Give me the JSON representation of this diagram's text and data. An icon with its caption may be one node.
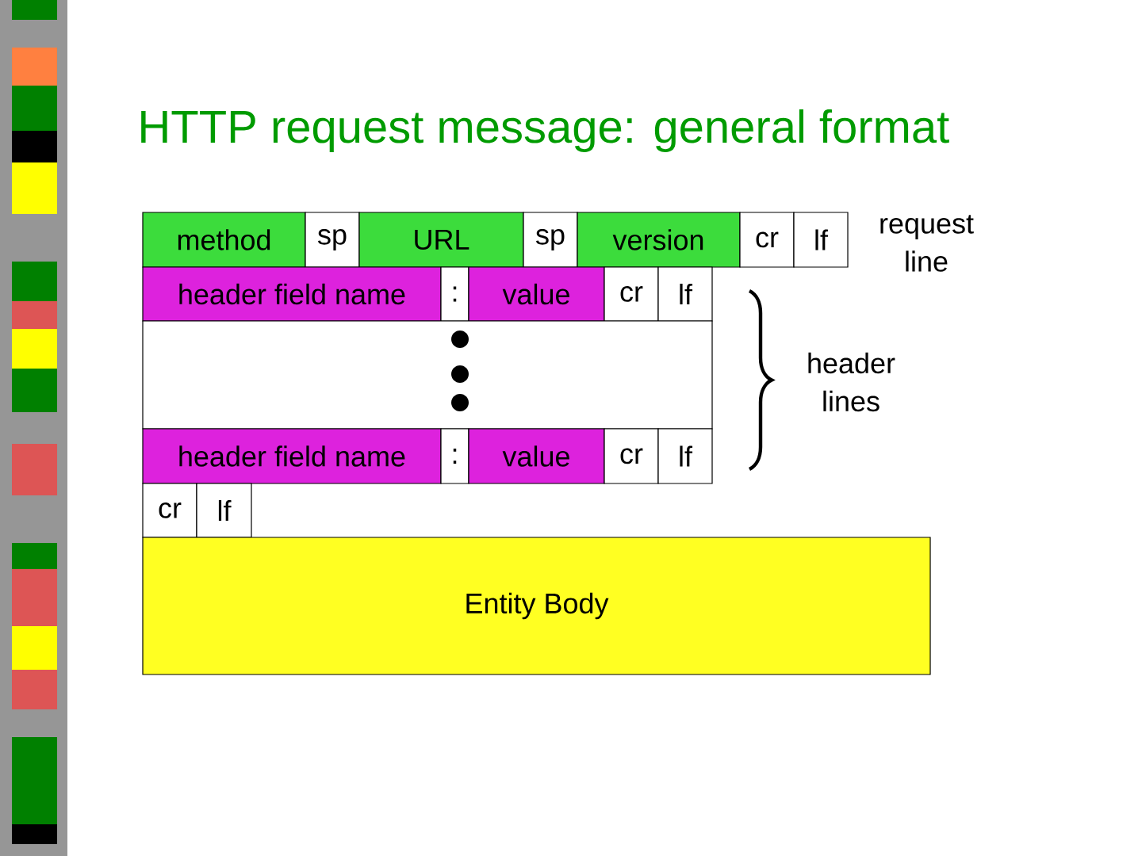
{
  "diagram": {
    "title": "HTTP request message: general format",
    "nodes": [
      {
        "text": [
          "method"
        ]
      },
      {
        "text": [
          "sp"
        ]
      },
      {
        "text": [
          "URL"
        ]
      },
      {
        "text": [
          "sp"
        ]
      },
      {
        "text": [
          "version"
        ]
      },
      {
        "text": [
          "cr"
        ]
      },
      {
        "text": [
          "lf"
        ]
      },
      {
        "text": [
          "header field name"
        ]
      },
      {
        "text": [
          ":"
        ]
      },
      {
        "text": [
          "value"
        ]
      },
      {
        "text": [
          "cr"
        ]
      },
      {
        "text": [
          "lf"
        ]
      },
      {
        "text": [],
        "shape": "box"
      },
      {
        "text": [
          "header field name"
        ]
      },
      {
        "text": [
          ":"
        ]
      },
      {
        "text": [
          "value"
        ]
      },
      {
        "text": [
          "cr"
        ]
      },
      {
        "text": [
          "lf"
        ]
      },
      {
        "text": [
          "cr"
        ]
      },
      {
        "text": [
          "lf"
        ]
      },
      {
        "text": [
          "Entity Body"
        ]
      }
    ],
    "edges": [],
    "labels": [
      "request line",
      "header lines"
    ]
  }
}
